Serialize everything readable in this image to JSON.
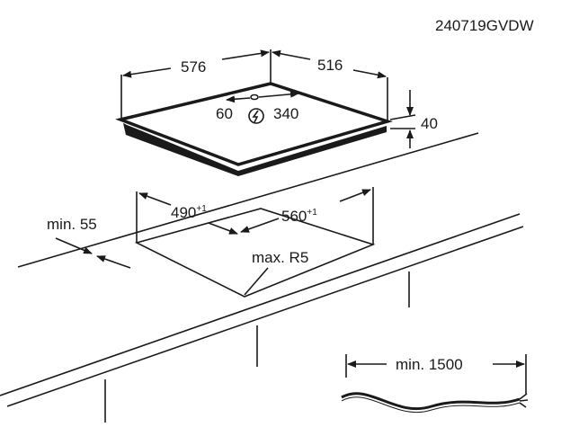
{
  "diagram_code": "240719GVDW",
  "hob": {
    "width": "576",
    "depth": "516",
    "height": "40",
    "connection_left": "60",
    "connection_right": "340",
    "power_symbol": "lightning-icon"
  },
  "cutout": {
    "width": "490",
    "width_tolerance": "+1",
    "depth": "560",
    "depth_tolerance": "+1",
    "min_front_distance": "min. 55",
    "corner_radius": "max. R5"
  },
  "cable": {
    "min_length": "min. 1500"
  }
}
